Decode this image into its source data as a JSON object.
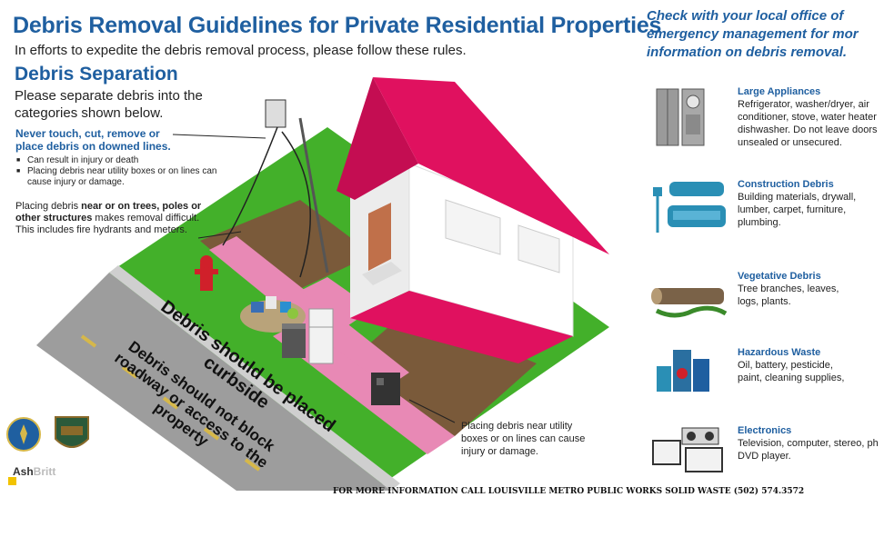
{
  "header": {
    "title": "Debris Removal Guidelines for Private Residential Properties",
    "intro": "In efforts to expedite the debris removal process, please follow these rules."
  },
  "separation": {
    "title": "Debris Separation",
    "text": "Please separate debris into the categories shown below."
  },
  "warning": {
    "title": "Never touch, cut, remove or place debris on downed lines.",
    "bullets": [
      "Can result in injury or death",
      "Placing debris near utility boxes or on lines can cause injury or damage."
    ]
  },
  "trees_note": {
    "prefix": "Placing debris ",
    "bold": "near or on trees, poles or other structures",
    "suffix": " makes removal difficult. This includes fire hydrants and meters."
  },
  "road_text": {
    "line1": "Debris should be placed curbside",
    "line2": "Debris should not block roadway or access to the property"
  },
  "utility_note": "Placing debris near utility boxes or on lines can cause injury or damage.",
  "check_note": {
    "line1": "Check with your local office of",
    "line2": "emergency management for mor",
    "line3": "information on debris removal."
  },
  "categories": [
    {
      "title": "Large Appliances",
      "lines": [
        "Refrigerator, washer/dryer, air",
        "conditioner, stove, water heater",
        "dishwasher. Do not leave doors",
        "unsealed  or unsecured."
      ],
      "icon": "appliances-icon"
    },
    {
      "title": "Construction Debris",
      "lines": [
        "Building materials, drywall,",
        "lumber, carpet, furniture,",
        "plumbing."
      ],
      "icon": "furniture-icon"
    },
    {
      "title": "Vegetative Debris",
      "lines": [
        "Tree branches, leaves,",
        "logs, plants."
      ],
      "icon": "log-icon"
    },
    {
      "title": "Hazardous Waste",
      "lines": [
        "Oil, battery, pesticide,",
        "paint, cleaning supplies,"
      ],
      "icon": "chemicals-icon"
    },
    {
      "title": "Electronics",
      "lines": [
        "Television, computer, stereo, ph",
        "DVD player."
      ],
      "icon": "electronics-icon"
    }
  ],
  "footer": "FOR MORE INFORMATION CALL LOUISVILLE METRO PUBLIC WORKS SOLID WASTE (502) 574.3572",
  "logos": {
    "brand_a": "Ash",
    "brand_b": "Britt"
  },
  "colors": {
    "title_blue": "#1f5fa0",
    "roof_pink": "#e0115f",
    "grass_green": "#43b02a",
    "road_gray": "#9a9a9a",
    "dirt_brown": "#7a5a3a",
    "walk_pink": "#e889b5"
  }
}
